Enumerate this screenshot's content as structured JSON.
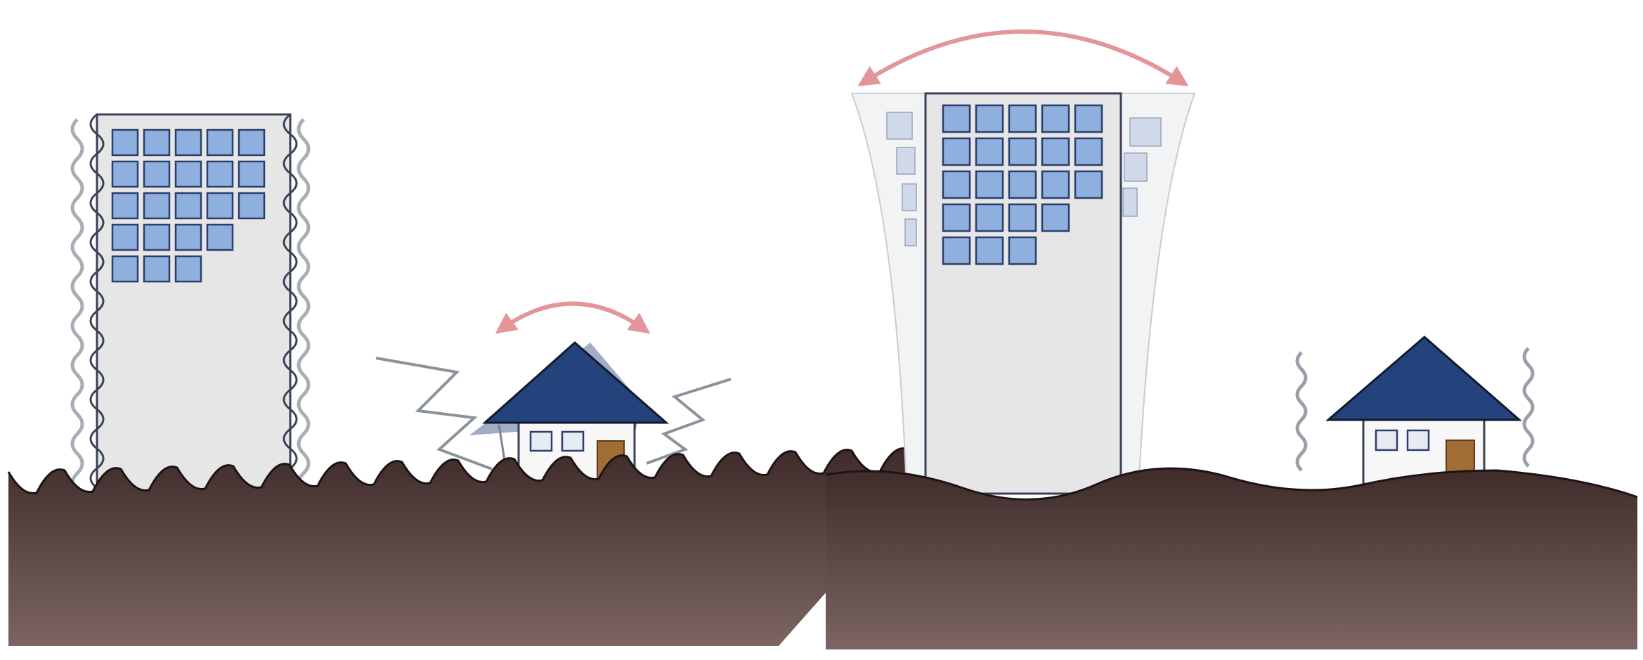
{
  "colors": {
    "background": "#ffffff",
    "ground_top": "#3e2b2a",
    "ground_bottom": "#7c6562",
    "building_fill": "#e6e6e6",
    "building_outline": "#3a4256",
    "window_fill": "#8fb0df",
    "window_stroke": "#2c3f6a",
    "roof": "#24427c",
    "roof_ghost": "#6f82a8",
    "door": "#a26d34",
    "sway_arrow": "#e3959a",
    "vibration_line": "#8c929c"
  },
  "icons": {
    "short_period_wave": "jagged-wave-icon",
    "long_period_wave": "smooth-wave-icon",
    "sway_arrow": "double-headed-arc-arrow-icon"
  },
  "panels": [
    {
      "id": "short-period-ground-motion",
      "ground_wave": "short-jagged",
      "tall_building": {
        "motion": "vibrating",
        "window_rows": [
          5,
          5,
          5,
          4,
          3
        ],
        "sway_arrow": false
      },
      "house": {
        "motion": "swaying",
        "sway_arrow": true
      }
    },
    {
      "id": "long-period-ground-motion",
      "ground_wave": "long-smooth",
      "tall_building": {
        "motion": "swaying",
        "window_rows": [
          5,
          5,
          5,
          4,
          3
        ],
        "sway_arrow": true
      },
      "house": {
        "motion": "vibrating-slightly",
        "sway_arrow": false
      }
    }
  ]
}
